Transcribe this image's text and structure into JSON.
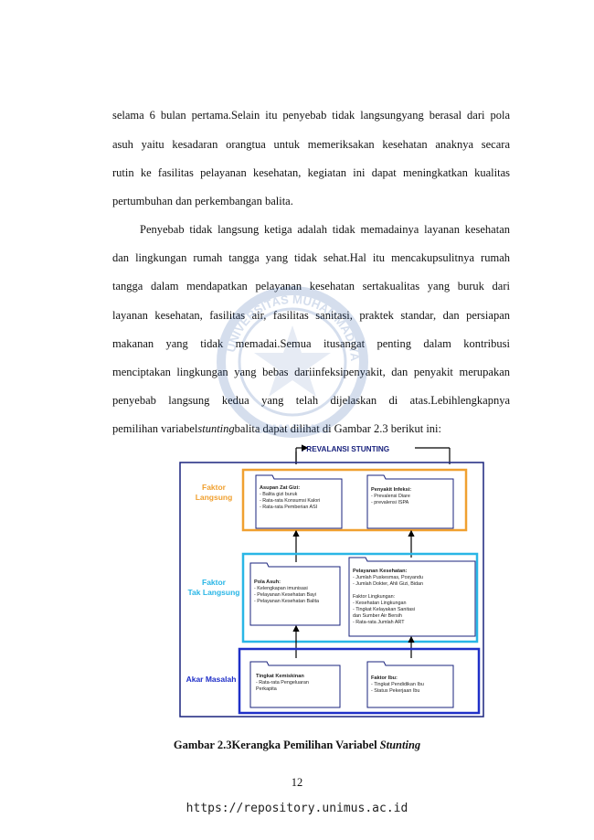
{
  "paragraphs": [
    {
      "lines": [
        "selama 6 bulan pertama.Selain itu penyebab tidak langsungyang berasal dari pola",
        "asuh yaitu kesadaran orangtua untuk memeriksakan kesehatan anaknya secara",
        "rutin ke fasilitas pelayanan kesehatan, kegiatan ini dapat meningkatkan kualitas",
        "pertumbuhan dan perkembangan balita."
      ]
    },
    {
      "lines": [
        "Penyebab tidak langsung ketiga adalah tidak memadainya layanan kesehatan",
        "dan lingkungan rumah tangga yang tidak sehat.Hal itu mencakupsulitnya rumah",
        "tangga dalam mendapatkan pelayanan kesehatan sertakualitas yang buruk dari",
        "layanan kesehatan, fasilitas air, fasilitas sanitasi, praktek standar, dan persiapan",
        "makanan yang tidak memadai.Semua itusangat penting dalam kontribusi",
        "menciptakan lingkungan yang bebas dariinfeksipenyakit, dan penyakit merupakan",
        "penyebab langsung kedua yang telah dijelaskan di atas.Lebihlengkapnya"
      ],
      "last_line": {
        "before": "pemilihan variabel",
        "italic": "stunting",
        "after": "balita dapat dilihat di Gambar 2.3 berikut ini:"
      }
    }
  ],
  "figure": {
    "top_label": "PREVALANSI STUNTING",
    "rows": [
      {
        "label_lines": [
          "Faktor",
          "Langsung"
        ],
        "color": "#f0a030",
        "boxes": [
          {
            "title": "Asupan Zat Gizi:",
            "items": [
              "- Balita gizi buruk",
              "- Rata-rata Konsumsi Kalori",
              "- Rata-rata Pemberian ASI"
            ]
          },
          {
            "title": "Penyakit Infeksi:",
            "items": [
              "- Prevalensi Diare",
              "- prevalensi ISPA"
            ]
          }
        ]
      },
      {
        "label_lines": [
          "Faktor",
          "Tak Langsung"
        ],
        "color": "#29b6e6",
        "boxes": [
          {
            "title": "Pola Asuh:",
            "items": [
              "- Kelengkapan imunisasi",
              "- Pelayanan Kesehatan Bayi",
              "- Pelayanan Kesehatan Balita"
            ]
          },
          {
            "title": "Pelayanan Kesehatan:",
            "items": [
              "- Jumlah Puskesmas, Posyandu",
              "- Jumlah Dokter, Ahli Gizi, Bidan",
              "",
              "Faktor Lingkungan:",
              "- Kesehatan Lingkungan",
              "- Tingkat Kelayakan Sanitasi",
              "  dan Sumber Air Bersih",
              "- Rata-rata Jumlah ART"
            ]
          }
        ]
      },
      {
        "label_lines": [
          "Akar Masalah"
        ],
        "color": "#2030c8",
        "boxes": [
          {
            "title": "Tingkat Kemiskinan",
            "items": [
              "- Rata-rata Pengeluaran",
              "  Perkapita"
            ]
          },
          {
            "title": "Faktor Ibu:",
            "items": [
              "- Tingkat Pendidikan Ibu",
              "- Status Pekerjaan Ibu"
            ]
          }
        ]
      }
    ]
  },
  "caption": {
    "prefix": "Gambar 2.3Kerangka Pemilihan Variabel ",
    "italic": "Stunting"
  },
  "page_number": "12",
  "footer_url": "https://repository.unimus.ac.id",
  "watermark_text": "UNIVERSITAS MUHAMMADIYAH SEMARANG",
  "colors": {
    "text": "#111111",
    "orange": "#f0a030",
    "cyan": "#29b6e6",
    "blue": "#2030c8",
    "navy_frame": "#1a237e"
  }
}
